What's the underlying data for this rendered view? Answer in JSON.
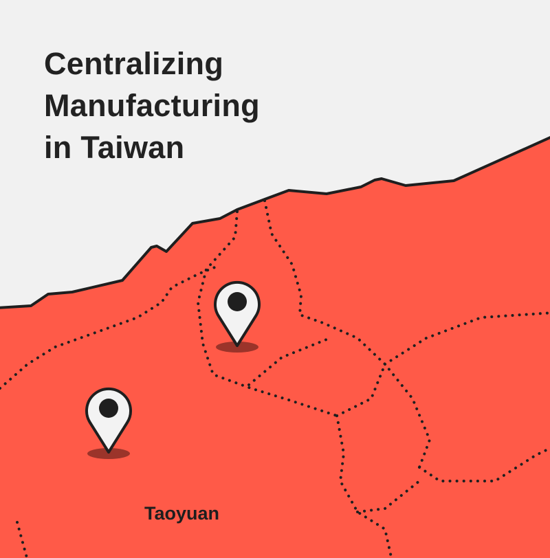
{
  "title": {
    "line1": "Centralizing",
    "line2": "Manufacturing",
    "line3": "in Taiwan"
  },
  "map": {
    "city_label": "Taoyuan",
    "markers": [
      {
        "name": "location-pin-1"
      },
      {
        "name": "location-pin-2"
      }
    ]
  },
  "colors": {
    "background": "#f1f1f1",
    "land": "#ff5a48",
    "outline": "#1f1f1f",
    "pin_fill": "#f3f3f3",
    "pin_shadow": "#8a2e26"
  }
}
